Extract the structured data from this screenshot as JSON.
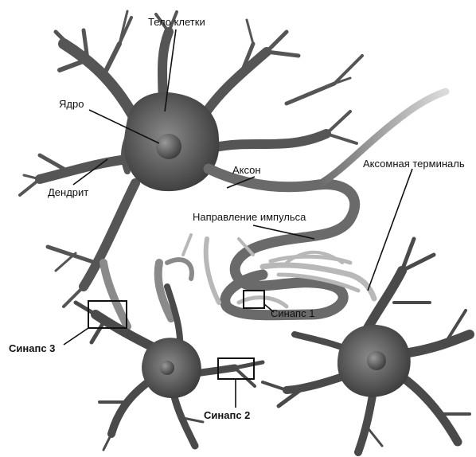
{
  "labels": {
    "cell_body": "Тело клетки",
    "nucleus": "Ядро",
    "axon": "Аксон",
    "dendrite": "Дендрит",
    "axon_terminal": "Аксомная терминаль",
    "impulse_direction": "Направление импульса",
    "synapse_1": "Синапс 1",
    "synapse_2": "Синапс 2",
    "synapse_3": "Синапс 3"
  },
  "colors": {
    "neuron_dark": "#3a3a3a",
    "neuron_mid": "#6a6a6a",
    "neuron_light": "#b8b8b8",
    "text": "#111111"
  }
}
